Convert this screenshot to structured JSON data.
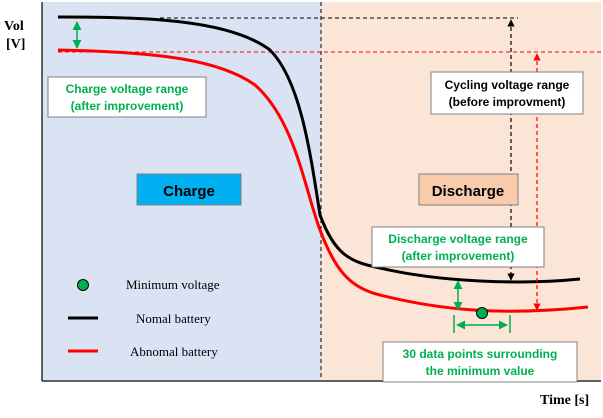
{
  "axes": {
    "y_label_line1": "Vol",
    "y_label_line2": "[V]",
    "x_label": "Time [s]"
  },
  "regions": {
    "charge": {
      "label": "Charge",
      "color": "#dae3f3",
      "label_bg": "#00b0f0"
    },
    "discharge": {
      "label": "Discharge",
      "color": "#fbe5d6",
      "label_bg": "#f8cbad"
    }
  },
  "annotations": {
    "charge_range": {
      "line1": "Charge voltage range",
      "line2": "(after improvement)"
    },
    "cycling_range": {
      "line1": "Cycling voltage range",
      "line2": "(before improvment)"
    },
    "discharge_range": {
      "line1": "Discharge voltage range",
      "line2": "(after improvement)"
    },
    "data_points": {
      "line1": "30 data points surrounding",
      "line2": "the minimum value"
    }
  },
  "legend": {
    "minimum": "Minimum voltage",
    "normal": "Nomal battery",
    "abnormal": "Abnomal battery"
  },
  "colors": {
    "normal": "#000000",
    "abnormal": "#ff0000",
    "marker": "#00b050",
    "annotation_text": "#00b050"
  }
}
